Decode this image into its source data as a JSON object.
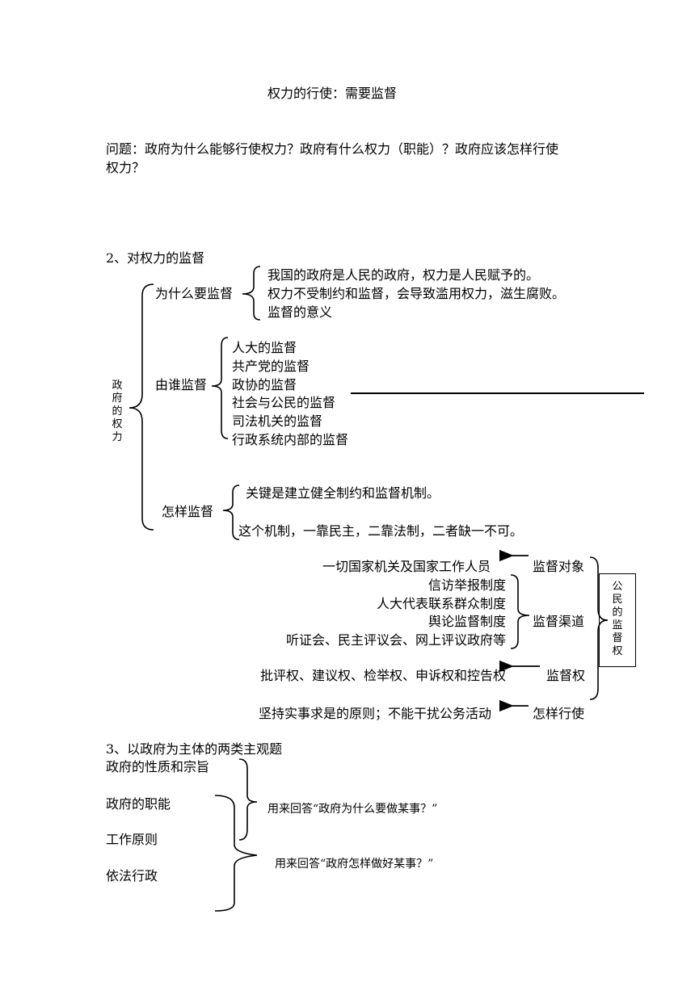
{
  "title": "权力的行使：需要监督",
  "question": {
    "line1": "问题：政府为什么能够行使权力？政府有什么权力（职能）？政府应该怎样行使",
    "line2": "权力？"
  },
  "section2": {
    "heading": "2、对权力的监督",
    "root_label": [
      "政",
      "府",
      "的",
      "权",
      "力"
    ],
    "why": {
      "label": "为什么要监督",
      "items": [
        "我国的政府是人民的政府，权力是人民赋予的。",
        "权力不受制约和监督，会导致滥用权力，滋生腐败。",
        "监督的意义"
      ]
    },
    "who": {
      "label": "由谁监督",
      "items": [
        "人大的监督",
        "共产党的监督",
        "政协的监督",
        "社会与公民的监督",
        "司法机关的监督",
        "行政系统内部的监督"
      ]
    },
    "how": {
      "label": "怎样监督",
      "items": [
        "关键是建立健全制约和监督机制。",
        "这个机制，一靠民主，二靠法制，二者缺一不可。"
      ]
    }
  },
  "citizen": {
    "box_label": [
      "公",
      "民",
      "的",
      "监",
      "督",
      "权"
    ],
    "object_label": "监督对象",
    "object_value": "一切国家机关及国家工作人员",
    "channel_label": "监督渠道",
    "channels": [
      "信访举报制度",
      "人大代表联系群众制度",
      "舆论监督制度",
      "听证会、民主评议会、网上评议政府等"
    ],
    "right_label": "监督权",
    "right_value": "批评权、建议权、检举权、申诉权和控告权",
    "exercise_label": "怎样行使",
    "exercise_value": "坚持实事求是的原则；不能干扰公务活动"
  },
  "section3": {
    "heading": "3、以政府为主体的两类主观题",
    "items": [
      "政府的性质和宗旨",
      "政府的职能",
      "工作原则",
      "依法行政"
    ],
    "answer1": "用来回答“政府为什么要做某事？”",
    "answer2": "用来回答“政府怎样做好某事？”"
  }
}
